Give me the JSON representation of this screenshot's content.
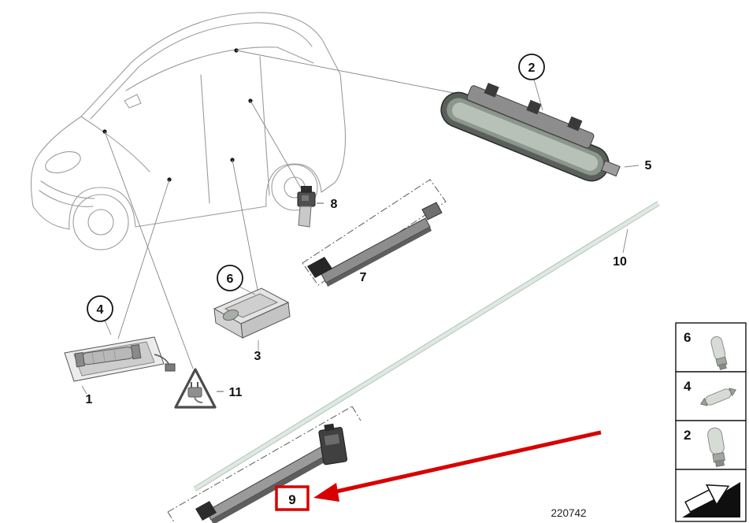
{
  "doc_number": "220742",
  "callouts": {
    "n1": "1",
    "n2": "2",
    "n3": "3",
    "n4": "4",
    "n5": "5",
    "n6": "6",
    "n7": "7",
    "n8": "8",
    "n9": "9",
    "n10": "10",
    "n11": "11"
  },
  "legend": {
    "rows": [
      {
        "label": "6",
        "icon": "wedge-bulb-small-icon"
      },
      {
        "label": "4",
        "icon": "festoon-bulb-icon"
      },
      {
        "label": "2",
        "icon": "wedge-bulb-large-icon"
      }
    ],
    "footer_icon": "direction-arrow-icon"
  },
  "colors": {
    "highlight": "#d80000",
    "light_guide": "#dfe9e2",
    "line_art": "#9c9c9c"
  }
}
